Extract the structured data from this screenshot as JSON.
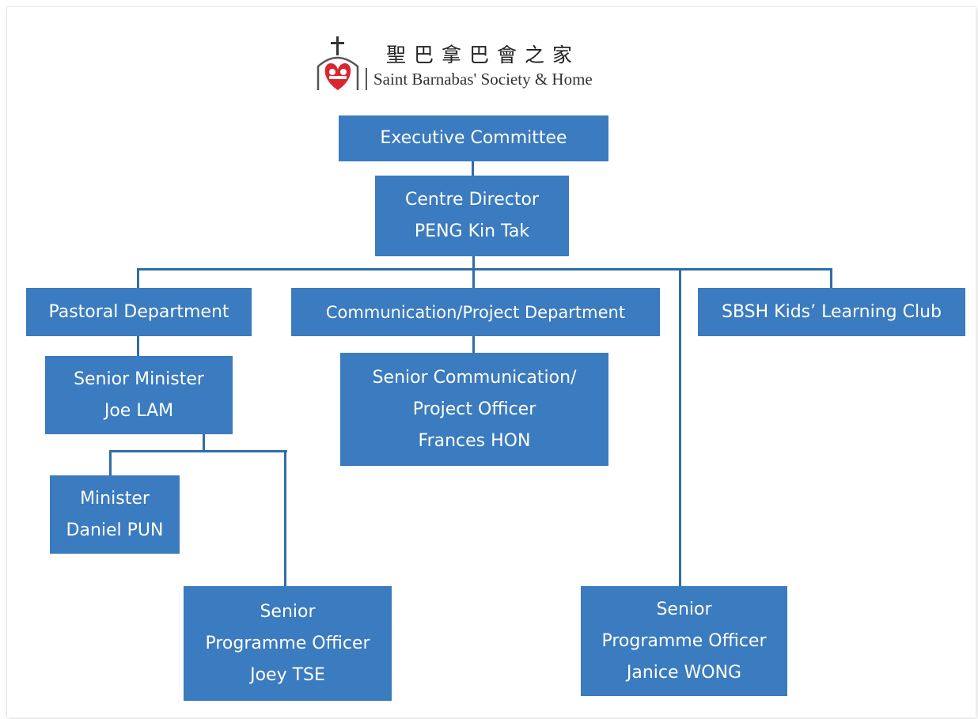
{
  "logo": {
    "chinese_name": "聖巴拿巴會之家",
    "english_name": "Saint Barnabas' Society & Home",
    "icon": "cross-heart-logo-icon"
  },
  "colors": {
    "box_fill": "#3b7bbf",
    "box_text": "#ffffff",
    "connector": "#2f6ea8"
  },
  "org_chart": {
    "executive_committee": {
      "title": "Executive Committee"
    },
    "centre_director": {
      "title": "Centre Director",
      "name": "PENG Kin Tak"
    },
    "pastoral_department": {
      "title": "Pastoral Department"
    },
    "communication_department": {
      "title": "Communication/Project Department"
    },
    "kids_club": {
      "title": "SBSH Kids’ Learning Club"
    },
    "senior_minister": {
      "title": "Senior Minister",
      "name": "Joe LAM"
    },
    "senior_comm_officer": {
      "title_line1": "Senior Communication/",
      "title_line2": "Project Officer",
      "name": "Frances HON"
    },
    "minister": {
      "title": "Minister",
      "name": "Daniel PUN"
    },
    "senior_programme_officer_joey": {
      "title_line1": "Senior",
      "title_line2": "Programme Officer",
      "name": "Joey TSE"
    },
    "senior_programme_officer_janice": {
      "title_line1": "Senior",
      "title_line2": "Programme Officer",
      "name": "Janice WONG"
    }
  }
}
